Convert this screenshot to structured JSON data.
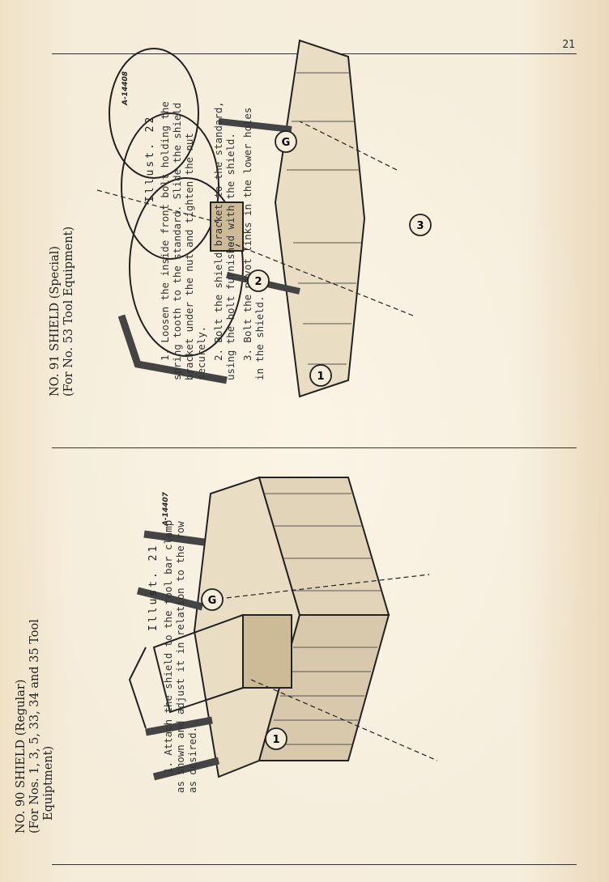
{
  "page_number": "21",
  "left": {
    "heading": [
      "NO. 90 SHIELD (Regular)",
      "(For Nos. 1, 3, 5, 33, 34 and 35 Tool",
      "Equiptment)"
    ],
    "figure_code": "A-14407",
    "callouts": [
      "1",
      "G"
    ],
    "illustration_label": "Illust. 21",
    "paragraphs": [
      [
        "1. Attach the shield to the tool bar clamp",
        "as shown and adjust it in relation to the row",
        "as desired."
      ]
    ]
  },
  "right": {
    "heading": [
      "NO. 91 SHIELD (Special)",
      "(For No. 53 Tool Equipment)"
    ],
    "figure_code": "A-14408",
    "callouts": [
      "1",
      "2",
      "3",
      "G"
    ],
    "illustration_label": "Illust. 22",
    "paragraphs": [
      [
        "1. Loosen the inside front bolt holding the",
        "spring tooth to the standard.  Slide the shield",
        "bracket under the nut and tighten the nut",
        "securely."
      ],
      [
        "2. Bolt the shield bracket to the standard,",
        "using the bolt furnished with the shield."
      ],
      [
        "3. Bolt the pivot links in the lower holes",
        "in the shield."
      ]
    ]
  }
}
